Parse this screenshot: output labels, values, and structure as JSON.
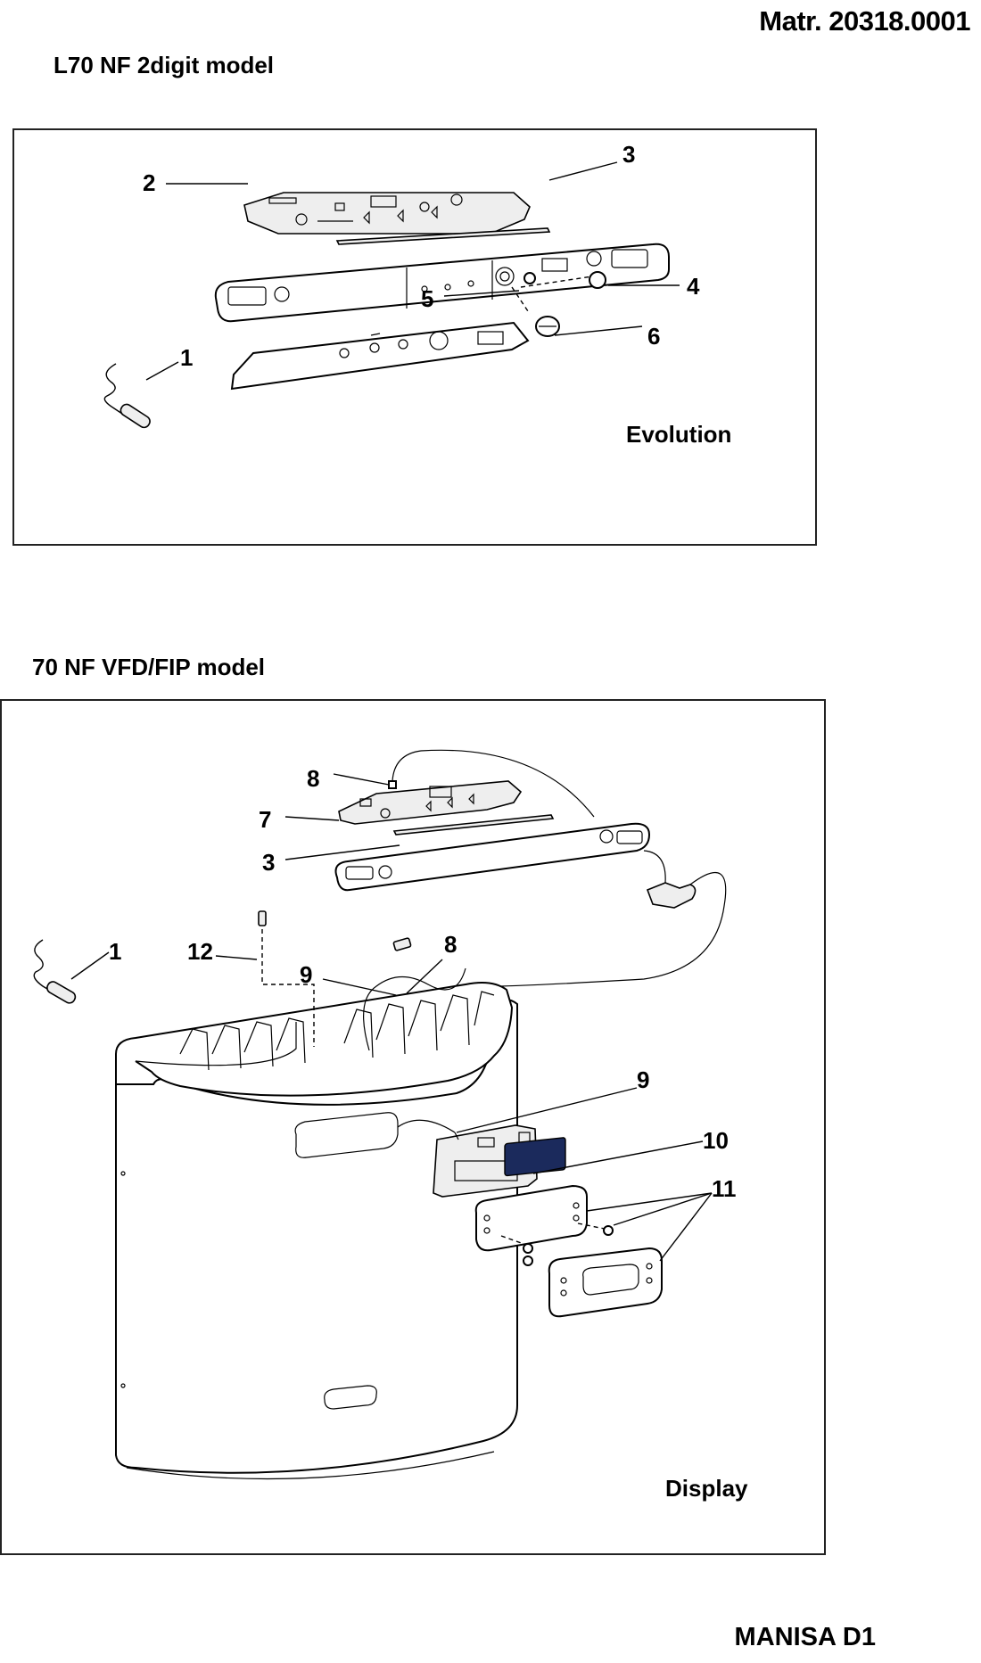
{
  "header": {
    "material_number": "Matr. 20318.0001"
  },
  "section1": {
    "title": "L70 NF 2digit model",
    "label": "Evolution",
    "callouts": [
      "1",
      "2",
      "3",
      "4",
      "5",
      "6"
    ]
  },
  "section2": {
    "title": "70 NF VFD/FIP model",
    "label": "Display",
    "callouts": [
      "1",
      "3",
      "7",
      "8",
      "8",
      "9",
      "9",
      "10",
      "11",
      "12"
    ],
    "display_window_color": "#1b2a5c"
  },
  "footer": {
    "model": "MANISA D1"
  }
}
